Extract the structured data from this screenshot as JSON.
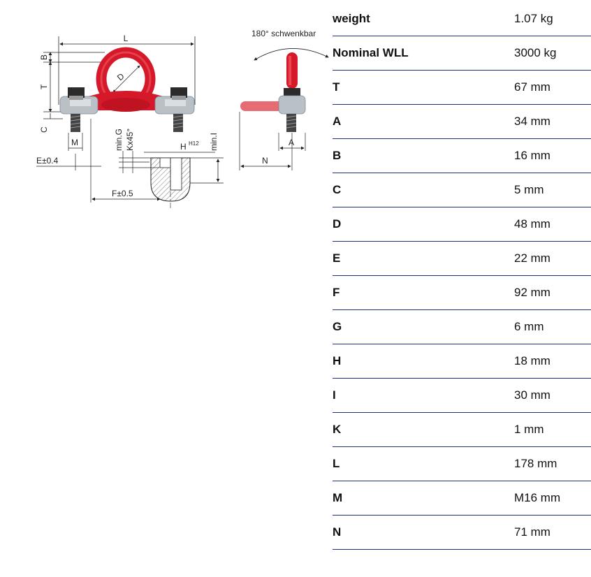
{
  "drawing": {
    "labels": {
      "L": "L",
      "B": "B",
      "T": "T",
      "C": "C",
      "D": "D",
      "M": "M",
      "E": "E±0.4",
      "F": "F±0.5",
      "G": "min.G",
      "K": "Kx45°",
      "H": "H",
      "H_sup": "H12",
      "I": "min.I",
      "swivel": "180° schwenkbar",
      "N": "N",
      "A": "A"
    },
    "colors": {
      "ring": "#d6192a",
      "ring_highlight": "#ef5a62",
      "base": "#b9c1c7",
      "bolt": "#2b2b2b"
    }
  },
  "specs": [
    {
      "label": "weight",
      "value": "1.07 kg"
    },
    {
      "label": "Nominal WLL",
      "value": "3000 kg"
    },
    {
      "label": "T",
      "value": "67 mm"
    },
    {
      "label": "A",
      "value": "34 mm"
    },
    {
      "label": "B",
      "value": "16 mm"
    },
    {
      "label": "C",
      "value": "5 mm"
    },
    {
      "label": "D",
      "value": "48 mm"
    },
    {
      "label": "E",
      "value": "22 mm"
    },
    {
      "label": "F",
      "value": "92 mm"
    },
    {
      "label": "G",
      "value": "6 mm"
    },
    {
      "label": "H",
      "value": "18 mm"
    },
    {
      "label": "I",
      "value": "30 mm"
    },
    {
      "label": "K",
      "value": "1 mm"
    },
    {
      "label": "L",
      "value": "178 mm"
    },
    {
      "label": "M",
      "value": "M16 mm"
    },
    {
      "label": "N",
      "value": "71 mm"
    }
  ]
}
